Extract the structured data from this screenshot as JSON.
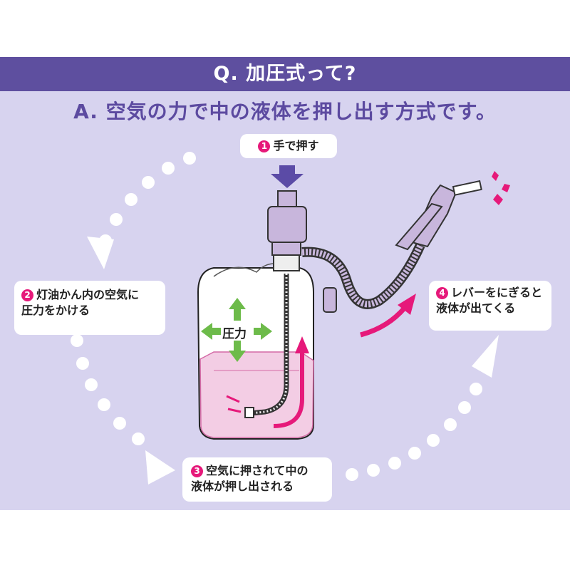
{
  "header": {
    "question": "Q. 加圧式って?",
    "answer": "A. 空気の力で中の液体を押し出す方式です。"
  },
  "steps": [
    {
      "number": "1",
      "lines": [
        "手で押す"
      ]
    },
    {
      "number": "2",
      "lines": [
        "灯油かん内の空気に",
        "圧力をかける"
      ]
    },
    {
      "number": "3",
      "lines": [
        "空気に押されて中の",
        "液体が押し出される"
      ]
    },
    {
      "number": "4",
      "lines": [
        "レバーをにぎると",
        "液体が出てくる"
      ]
    }
  ],
  "pressure_label": "圧力",
  "colors": {
    "header_bar": "#5e4f9f",
    "answer_text": "#5c4aa0",
    "panel": "#d7d3ef",
    "pump": "#c8b6dc",
    "arrow_push": "#5b4ba6",
    "arrow_pressure": "#6dbb4a",
    "flow": "#e6197a",
    "liquid": "#f3cde4"
  }
}
